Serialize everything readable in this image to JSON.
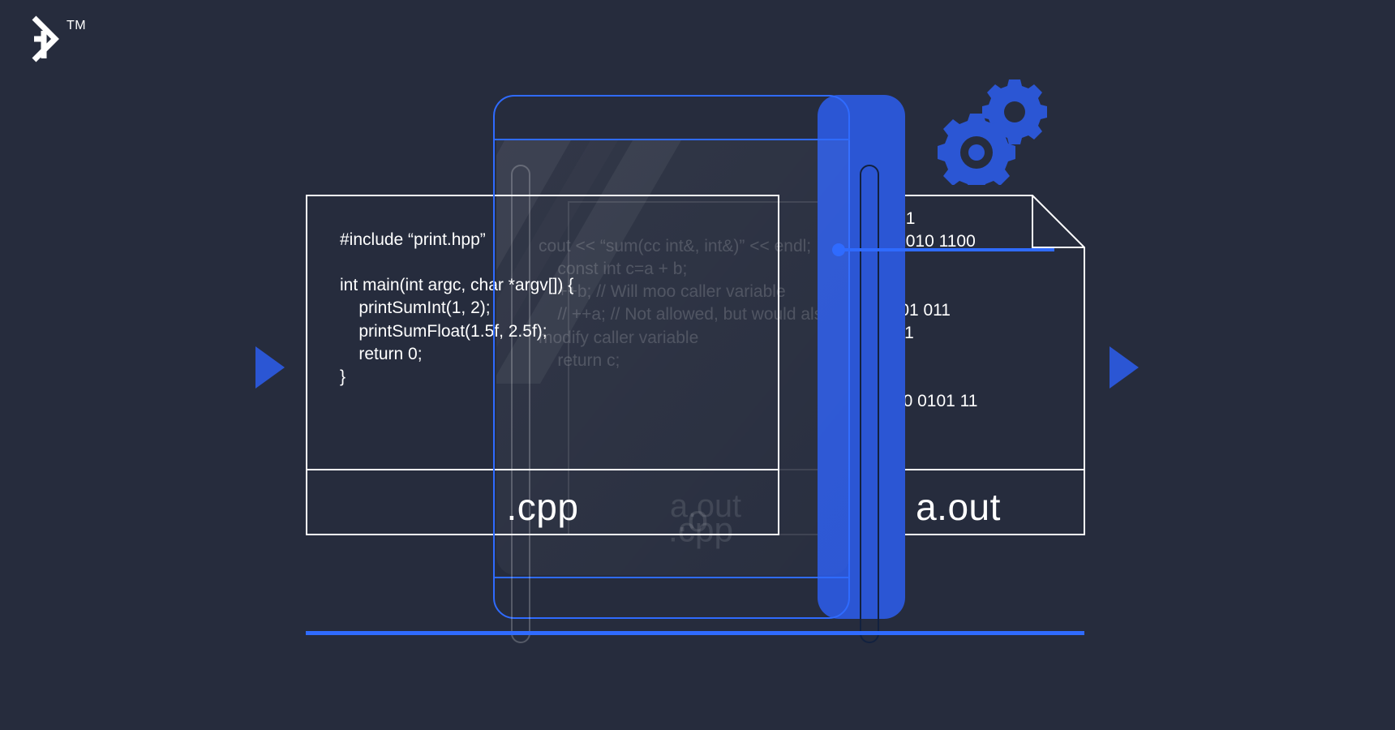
{
  "meta": {
    "background_color": "#262c3d",
    "accent_blue": "#2f6bff",
    "accent_blue_dark": "#2b56d4",
    "stroke_white": "#ffffff"
  },
  "brand": {
    "logo_name": "toptal-logo",
    "trademark": "TM"
  },
  "controls": {
    "play_left_label": "play-arrow-left",
    "play_right_label": "play-arrow-right"
  },
  "source_file": {
    "label": ".cpp",
    "code": "#include “print.hpp”\n\nint main(int argc, char *argv[]) {\n    printSumInt(1, 2);\n    printSumFloat(1.5f, 2.5f);\n    return 0;\n}"
  },
  "intermediate_file": {
    "labels": [
      "a.out",
      ".o",
      ".cpp"
    ],
    "code": "cout << “sum(cc int&, int&)” << endl;\n    const int c=a + b;\n    ++b; // Will moo caller variable\n    // ++a; // Not allowed, but would also modify caller variable\n    return c;"
  },
  "output_file": {
    "label": "a.out",
    "code": "01001\n0100010 1100\n\n010\n110 01 011\n01011\n\n0100\n01110 0101 11\n1"
  },
  "device": {
    "name": "compiler-device-frame",
    "connector_dot": "connector-node",
    "connector_line": "connector-line"
  },
  "gears": {
    "big_gear": "gear-large-icon",
    "small_gear": "gear-small-icon",
    "color": "#2b56d4"
  }
}
